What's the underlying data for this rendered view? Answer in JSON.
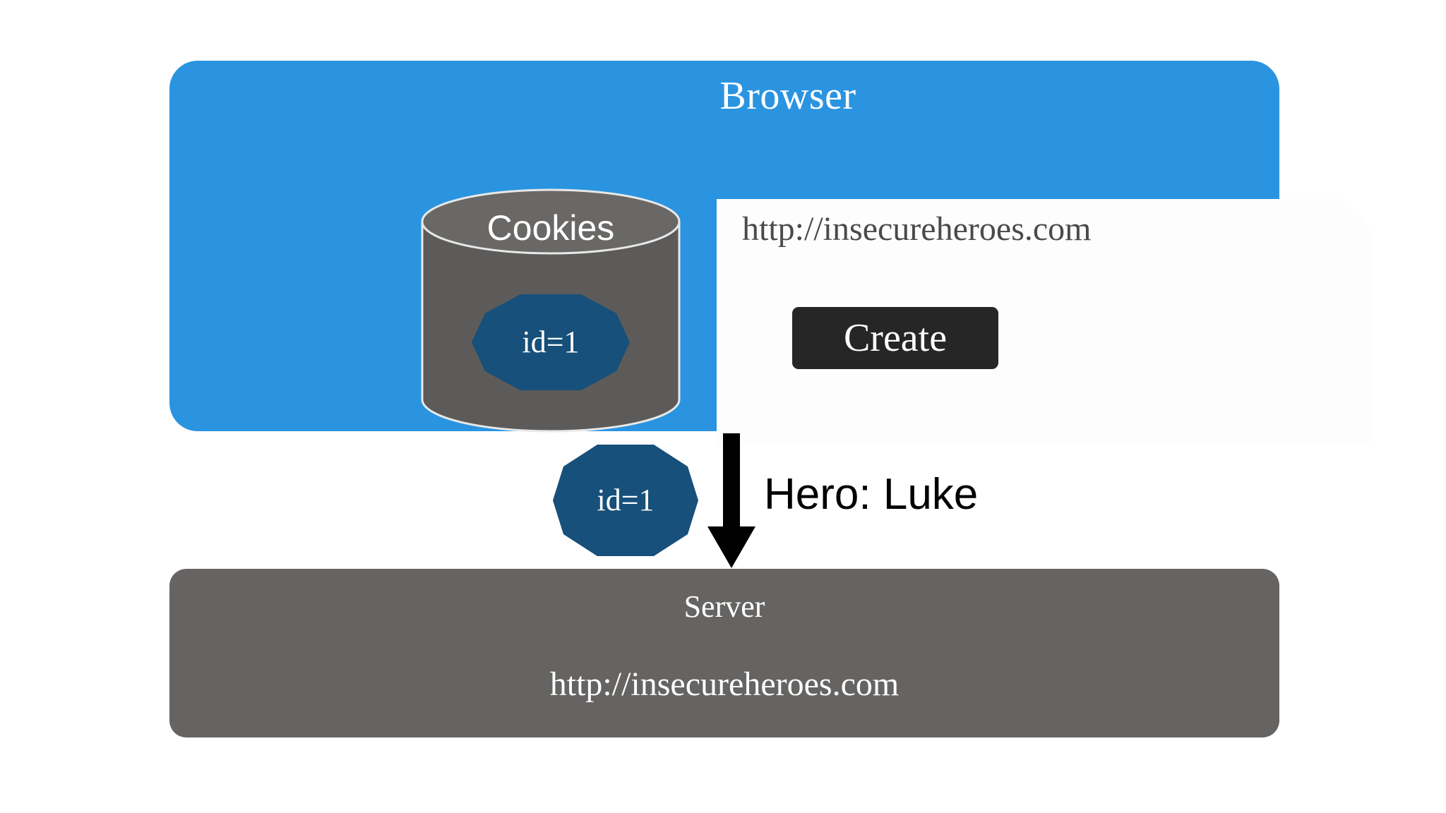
{
  "browser": {
    "title": "Browser",
    "url": "http://insecureheroes.com",
    "create_label": "Create",
    "cookie_store": {
      "label": "Cookies",
      "entry": "id=1"
    },
    "accent_color": "#2a94e0",
    "page_background": "#fdfdfd",
    "button_color": "#262626"
  },
  "request": {
    "cookie_chip": "id=1",
    "payload_label": "Hero: Luke",
    "arrow_direction": "down",
    "arrow_color": "#000000"
  },
  "server": {
    "title": "Server",
    "url": "http://insecureheroes.com",
    "color": "#666463"
  },
  "palette": {
    "browser_blue": "#2a94e0",
    "cylinder_gray": "#5d5b59",
    "cookie_blue": "#17507a",
    "server_gray": "#666463",
    "button_dark": "#262626",
    "text_dark": "#4a4a4a",
    "text_light": "#ffffff"
  }
}
